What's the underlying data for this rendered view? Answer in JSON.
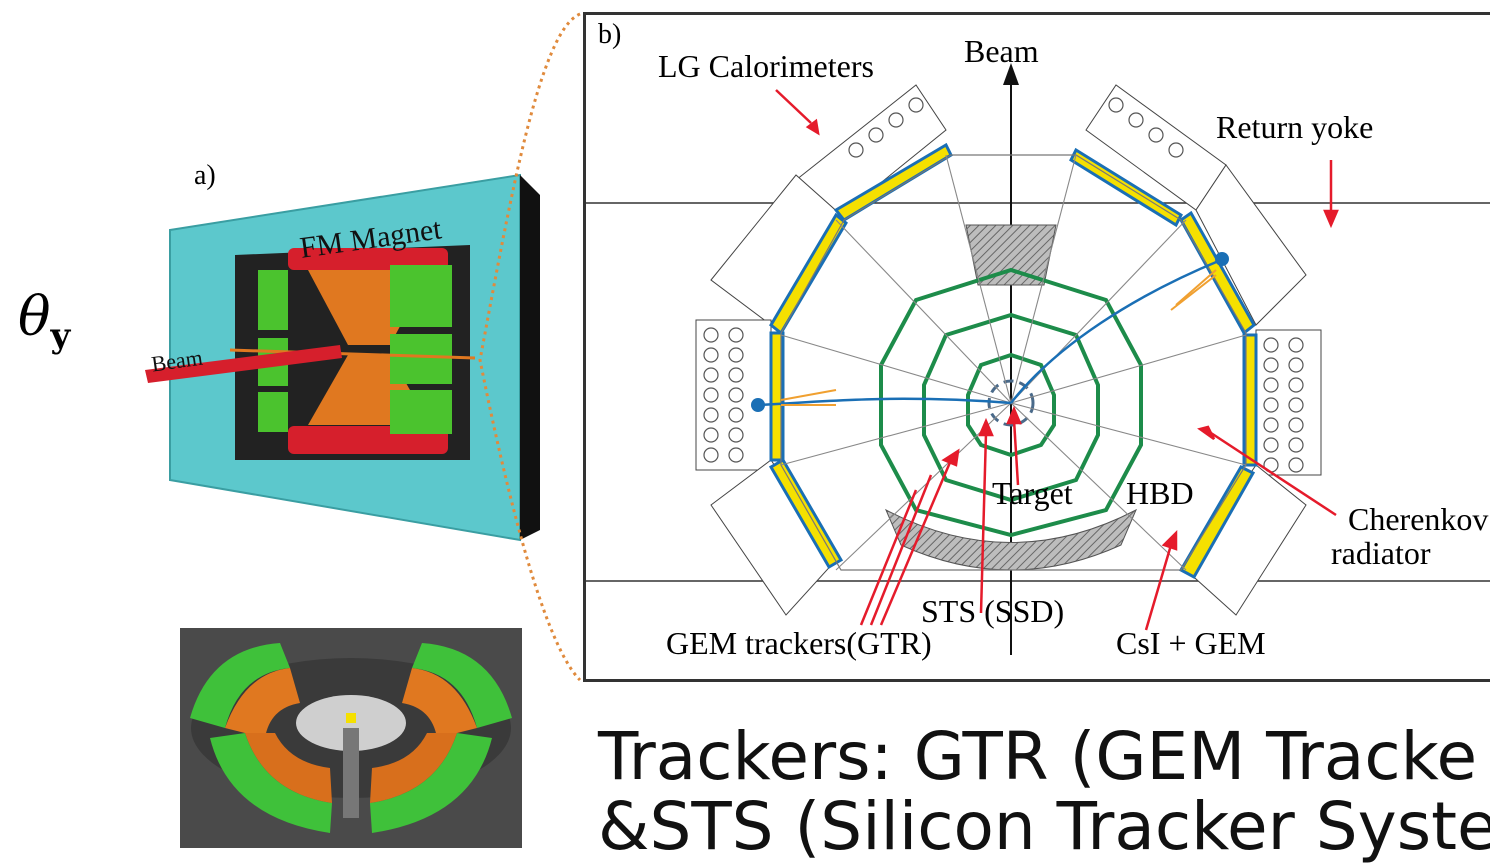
{
  "theta": {
    "symbol": "θ",
    "sub": "y"
  },
  "panel_a": {
    "label": "a)",
    "magnet_label": "FM Magnet",
    "beam_label": "Beam"
  },
  "panel_b": {
    "label": "b)",
    "beam": "Beam",
    "lg_calorimeters": "LG Calorimeters",
    "return_yoke": "Return yoke",
    "target": "Target",
    "hbd": "HBD",
    "cherenkov": "Cherenkov",
    "radiator": "radiator",
    "sts": "STS (SSD)",
    "gem_trackers": "GEM trackers(GTR)",
    "csi_gem": "CsI + GEM"
  },
  "bottom_text": {
    "line1": "Trackers: GTR (GEM Tracke",
    "line2": "&STS (Silicon Tracker Syste"
  },
  "colors": {
    "magnet": "#5cc8cc",
    "coil": "#d61f2c",
    "pole": "#e07820",
    "calorimeter": "#4bc32e",
    "radiator": "#f5e000",
    "track": "#1a6fb5",
    "gem": "#1d8c4a",
    "arrow": "#e51b2b",
    "zoom": "#e08a3c"
  }
}
